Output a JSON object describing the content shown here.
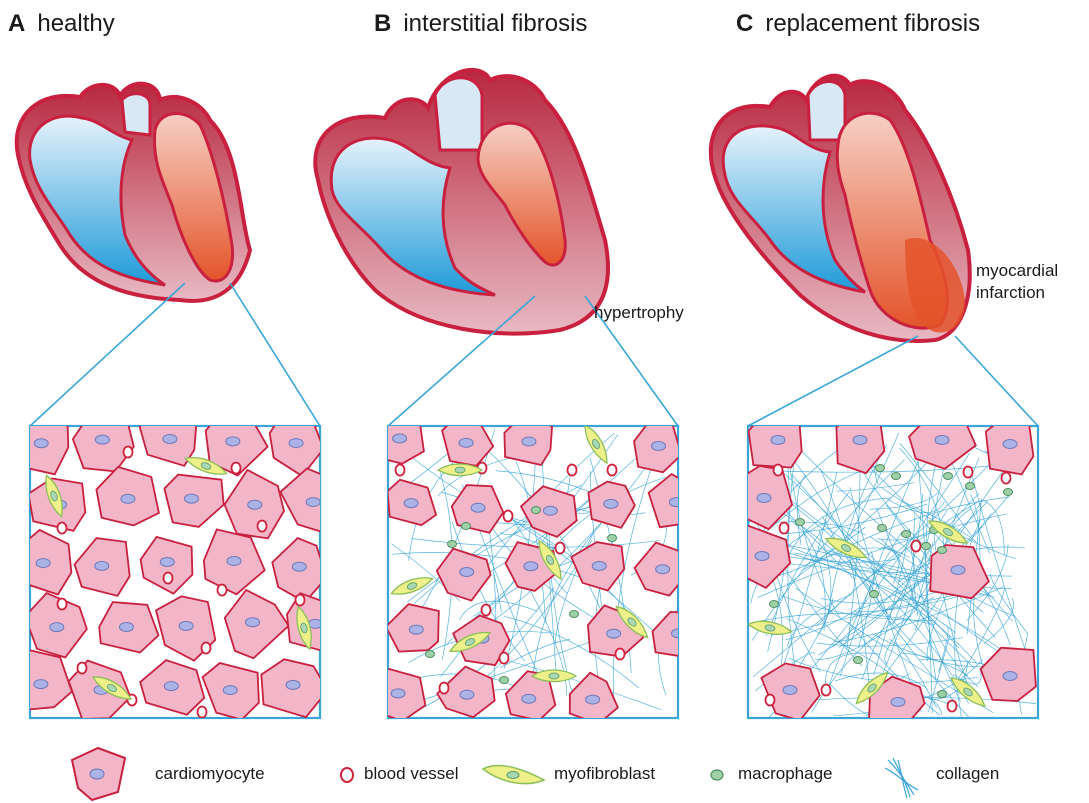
{
  "panels": [
    {
      "letter": "A",
      "title": "healthy"
    },
    {
      "letter": "B",
      "title": "interstitial fibrosis"
    },
    {
      "letter": "C",
      "title": "replacement fibrosis"
    }
  ],
  "annotations": {
    "hypertrophy": "hypertrophy",
    "infarction_line1": "myocardial",
    "infarction_line2": "infarction"
  },
  "legend": {
    "cardiomyocyte": "cardiomyocyte",
    "blood_vessel": "blood vessel",
    "myofibroblast": "myofibroblast",
    "macrophage": "macrophage",
    "collagen": "collagen"
  },
  "colors": {
    "myocardium": "#c4344a",
    "atria_blue": "#4aa6db",
    "ventricle_orange": "#e8663a",
    "cell_fill": "#f2b6c8",
    "nucleus": "#aab2e6",
    "collagen": "#3aa6d8",
    "myofibroblast": "#eef08a",
    "macrophage": "#9fd1a8"
  }
}
